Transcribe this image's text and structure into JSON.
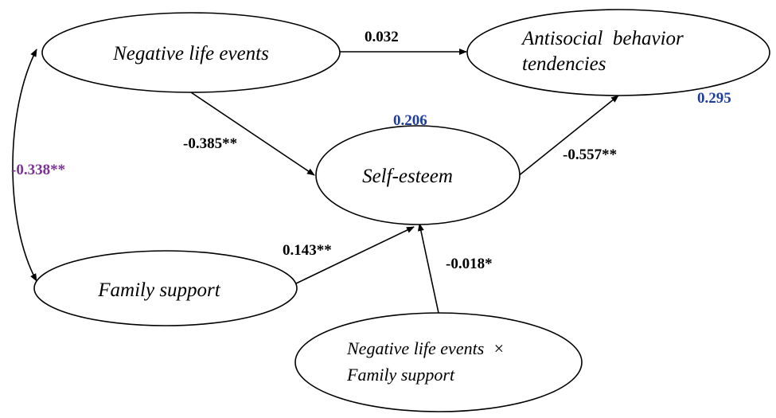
{
  "nodes": {
    "negative_life_events": {
      "label": "Negative life events"
    },
    "antisocial": {
      "label_line1": "Antisocial  behavior",
      "label_line2": "tendencies"
    },
    "self_esteem": {
      "label": "Self-esteem"
    },
    "family_support": {
      "label": "Family support"
    },
    "interaction": {
      "label_line1": "Negative life events  ×",
      "label_line2": "Family support"
    }
  },
  "edges": {
    "nle_to_antisocial": "0.032",
    "nle_to_self_esteem": "-0.385**",
    "self_esteem_to_antisocial": "-0.557**",
    "family_to_self_esteem": "0.143**",
    "interaction_to_self_esteem": "-0.018*",
    "nle_family_correlation": "-0.338**"
  },
  "r_squared": {
    "self_esteem": "0.206",
    "antisocial": "0.295"
  },
  "colors": {
    "path_label": "#000000",
    "r_squared": "#1f3d9c",
    "correlation": "#7b3294"
  }
}
